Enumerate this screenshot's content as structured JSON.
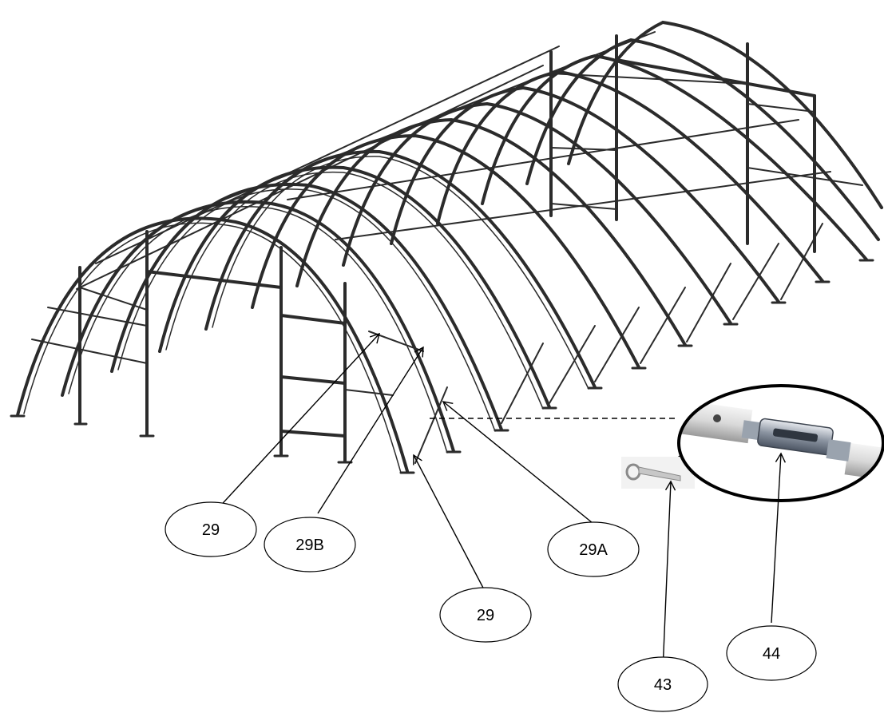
{
  "callouts": {
    "c29_left": "29",
    "c29b": "29B",
    "c29a": "29A",
    "c29_bottom": "29",
    "c43": "43",
    "c44": "44"
  }
}
